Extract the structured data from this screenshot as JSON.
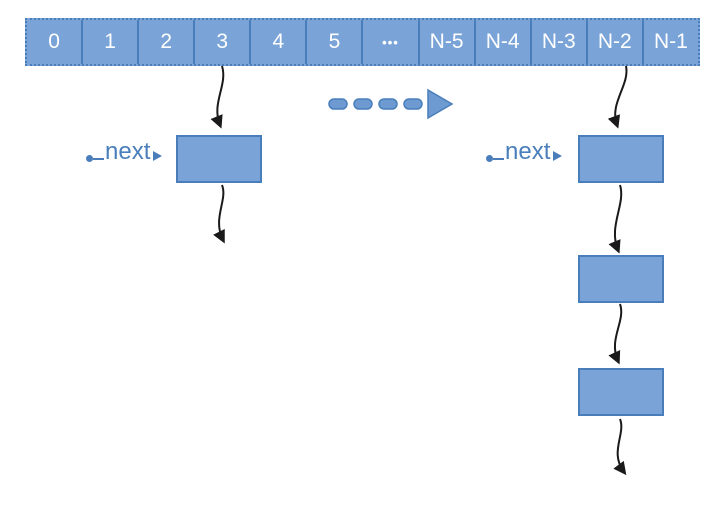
{
  "array": {
    "cells": [
      "0",
      "1",
      "2",
      "3",
      "4",
      "5",
      "•••",
      "N-5",
      "N-4",
      "N-3",
      "N-2",
      "N-1"
    ]
  },
  "pointers": {
    "left": {
      "label": "next"
    },
    "right": {
      "label": "next"
    }
  },
  "chains": {
    "left": {
      "source_index": "3",
      "node_count": 1
    },
    "right": {
      "source_index": "N-2",
      "node_count": 3
    }
  },
  "colors": {
    "node_fill": "#7AA4D8",
    "node_border": "#4A7EBB",
    "cell_text": "#FFFFFF",
    "label_text": "#4A7EBB",
    "arrow": "#1A1A1A",
    "dashed_arrow_fill": "#6D9BD1"
  }
}
